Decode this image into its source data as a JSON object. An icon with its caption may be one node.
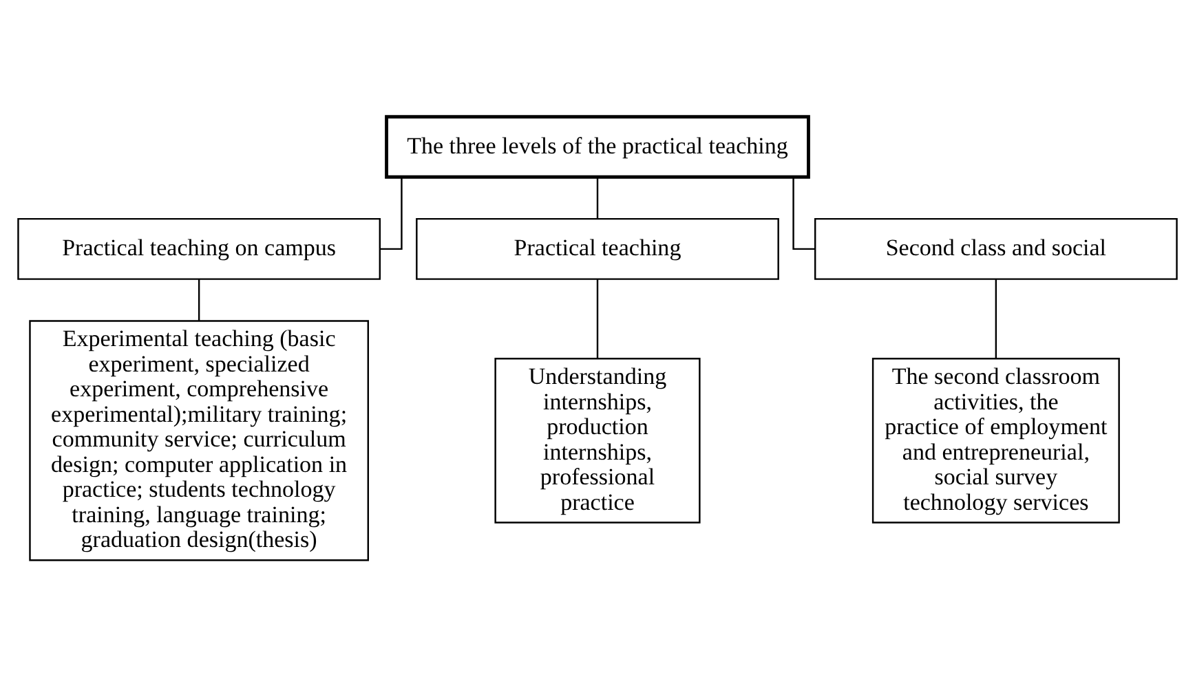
{
  "diagram": {
    "nodes": [
      {
        "text": [
          "The three levels of the practical teaching"
        ]
      },
      {
        "text": [
          "Practical teaching on campus"
        ]
      },
      {
        "text": [
          "Practical teaching"
        ]
      },
      {
        "text": [
          "Second class and social"
        ]
      },
      {
        "text": [
          "Experimental teaching (basic experiment, specialized experiment, comprehensive experimental);military training; community service; curriculum design; computer application in practice; students technology training, language training; graduation design(thesis)"
        ]
      },
      {
        "text": [
          "Understanding internships, production internships, professional practice"
        ]
      },
      {
        "text": [
          "The second classroom activities, the practice of employment and entrepreneurial, social survey technology services"
        ]
      }
    ],
    "edges": [
      {
        "from": 0,
        "to": 1,
        "arrow": "none"
      },
      {
        "from": 0,
        "to": 2,
        "arrow": "none"
      },
      {
        "from": 0,
        "to": 3,
        "arrow": "none"
      },
      {
        "from": 1,
        "to": 4,
        "arrow": "none"
      },
      {
        "from": 2,
        "to": 5,
        "arrow": "none"
      },
      {
        "from": 3,
        "to": 6,
        "arrow": "none"
      }
    ]
  }
}
